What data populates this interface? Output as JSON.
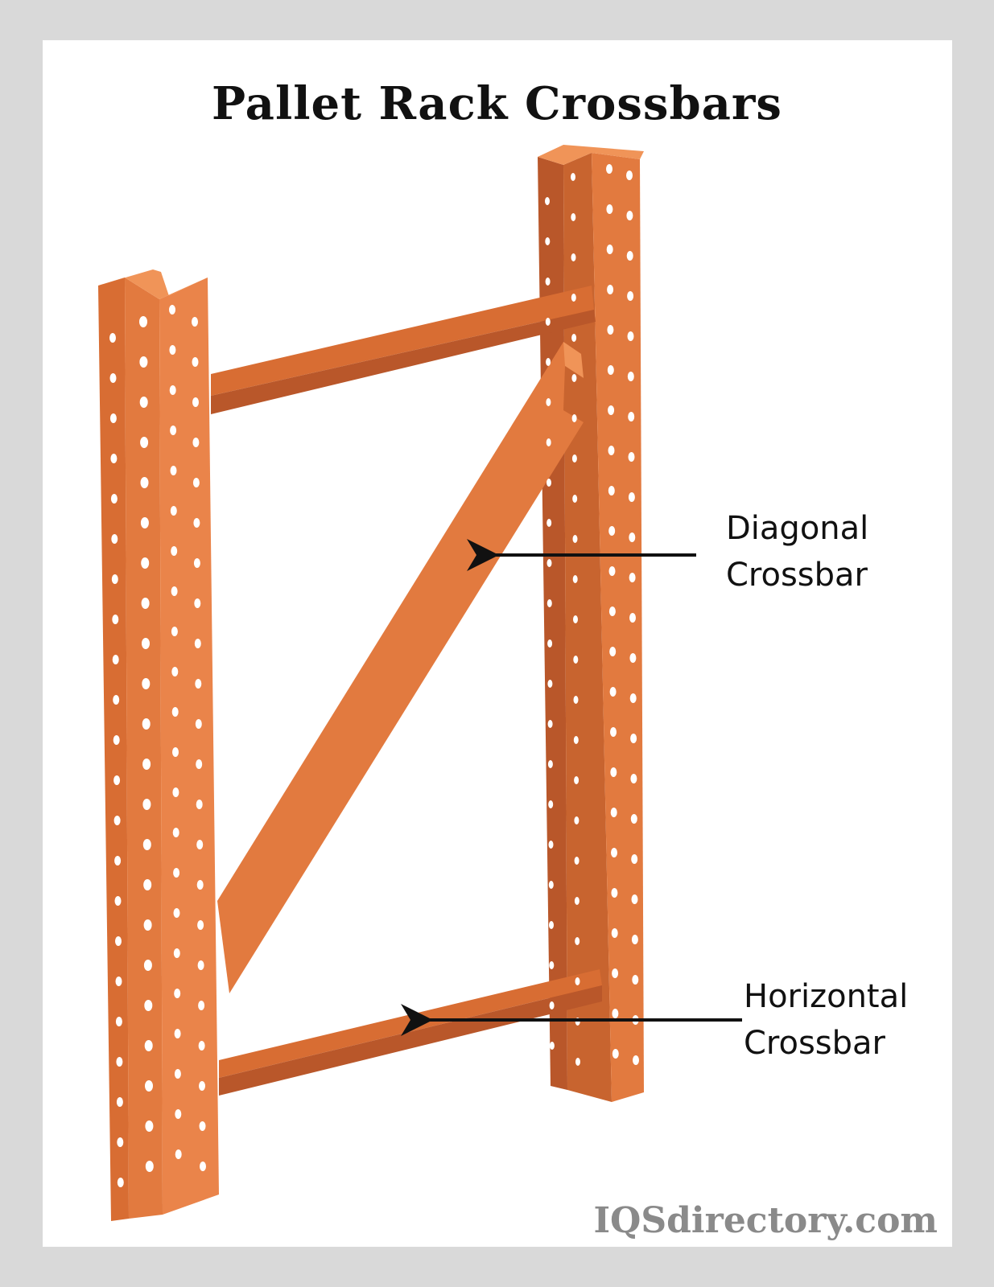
{
  "title": "Pallet Rack Crossbars",
  "labels": {
    "diagonal": {
      "line1": "Diagonal",
      "line2": "Crossbar"
    },
    "horizontal": {
      "line1": "Horizontal",
      "line2": "Crossbar"
    }
  },
  "watermark": "IQSdirectory.com",
  "colors": {
    "background": "#d9d9d9",
    "panel": "#ffffff",
    "steel_main": "#e27a3f",
    "steel_dark": "#b9572a",
    "steel_light": "#ef8f54",
    "text": "#111111",
    "watermark": "#8a8a8a"
  }
}
